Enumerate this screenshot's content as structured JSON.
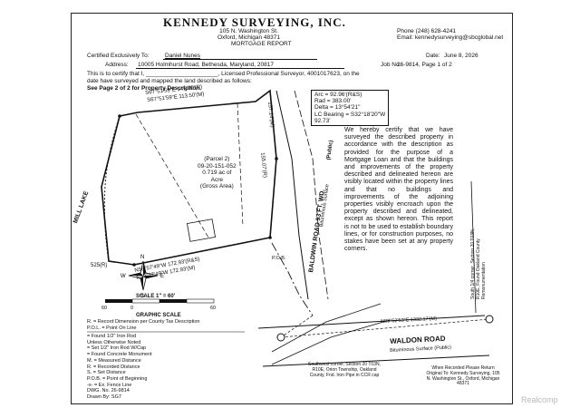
{
  "company": {
    "name": "KENNEDY SURVEYING, INC.",
    "address_line1": "105 N. Washington St.",
    "address_line2": "Oxford, Michigan  48371",
    "report_type": "MORTGAGE REPORT",
    "phone": "Phone (248) 628-4241",
    "email": "Email: kennedysurveying@sbcglobal.net"
  },
  "meta": {
    "certified_label": "Certified Exclusively To:",
    "certified_value": "Daniel Nunes",
    "date_label": "Date:",
    "date_value": "June 8, 2026",
    "address_label": "Address:",
    "address_value": "10005 Holmhurst Road, Bethesda, Maryland, 20817",
    "job_label": "Job No.",
    "job_value": "26-9814, Page 1 of 2",
    "certify_line1": "This is to certify that I, ______________________, Licensed Professional Surveyor, 4001017623, on the",
    "certify_line2": "date have surveyed and mapped the land   described as follows:",
    "see_page": "See Page 2 of 2 for Property Description."
  },
  "curve": {
    "arc": "Arc = 92.96'(R&S)",
    "rad": "Rad = 383.00'",
    "delta": "Delta = 13°54'21\"",
    "lc_bearing": "LC Bearing = S32°18'20\"W",
    "lc_length": "92.73'"
  },
  "certificate_text": "We hereby certify that we have surveyed the described property in accordance with the description as provided for the purpose of a Mortgage Loan and that the buildings and improvements of the property described and delineated hereon are visibly located within the property lines and that no buildings and improvements of the adjoining properties visibly encroach upon the property described and delineated, except as shown hereon. This report is not to be used to establish boundary lines, or for construction purposes, no stakes have been set at any property corners.",
  "map_labels": {
    "lake": "MILL LAKE",
    "parcel_title": "(Parcel 2)",
    "parcel_id": "09-20-151-052",
    "parcel_area": "0.719 ac of",
    "parcel_area2": "Acre",
    "parcel_note": "(Gross Area)",
    "baldwin": "BALDWIN ROAD 93 FT. WD.",
    "baldwin_public": "(Public)",
    "baldwin_surface": "Bituminous Surface",
    "waldon": "WALDON ROAD",
    "waldon_sub": "Bituminous Surface (Public)",
    "bearing_top": "S67°51'59\"E 145.00'(R)",
    "bearing_top2": "S67°51'59\"E 113.50'(M)",
    "bearing_bottom": "N58°57'49\"W 172.93'(R&S)",
    "bearing_bottom2": "N58°57'49\"W 172.93'(M)",
    "east_dist": "155.07'(R)",
    "east_dist2": "157.14'(M)",
    "waldon_bearing": "N89°52'53\"E 1332.17'(M)",
    "pob": "P.O.B.",
    "dist_left": "525(R)",
    "southwest": "Southwest corner, Section 20 T03N, R10E, Orion Township, Oakland County, Fnd. Iron Pipe in CCR cap",
    "when_recorded": "When Recorded Please Return Original To: Kennedy Surveying, 105 N. Washington St., Oxford, Michigan 48371",
    "south_quarter": "South 1/4 corner, Section 20 T03N, R10E, Found Oakland County Remonumentation"
  },
  "scale": {
    "ticks": [
      "60",
      "0",
      "60"
    ],
    "ratio": "SCALE 1\" = 60'",
    "graphic": "GRAPHIC SCALE"
  },
  "legend": {
    "rec": "R. = Record Dimension per County Tax Description",
    "pol": "P.O.L. = Point On Line",
    "items": [
      "= Found 1/2\" Iron Rod",
      "   Unless Otherwise Noted",
      "= Set 1/2\" Iron Rod W/Cap",
      "= Found Concrete Monument",
      "M. = Measured Distance",
      "R. = Recorded Distance",
      "S. = Set Distance",
      "P.O.B. = Point of Beginning",
      "-x- = Ex. Fence Line",
      "DWG. No.  26-9814",
      "Drawn By: SG7"
    ]
  },
  "watermark": "Realcomp"
}
